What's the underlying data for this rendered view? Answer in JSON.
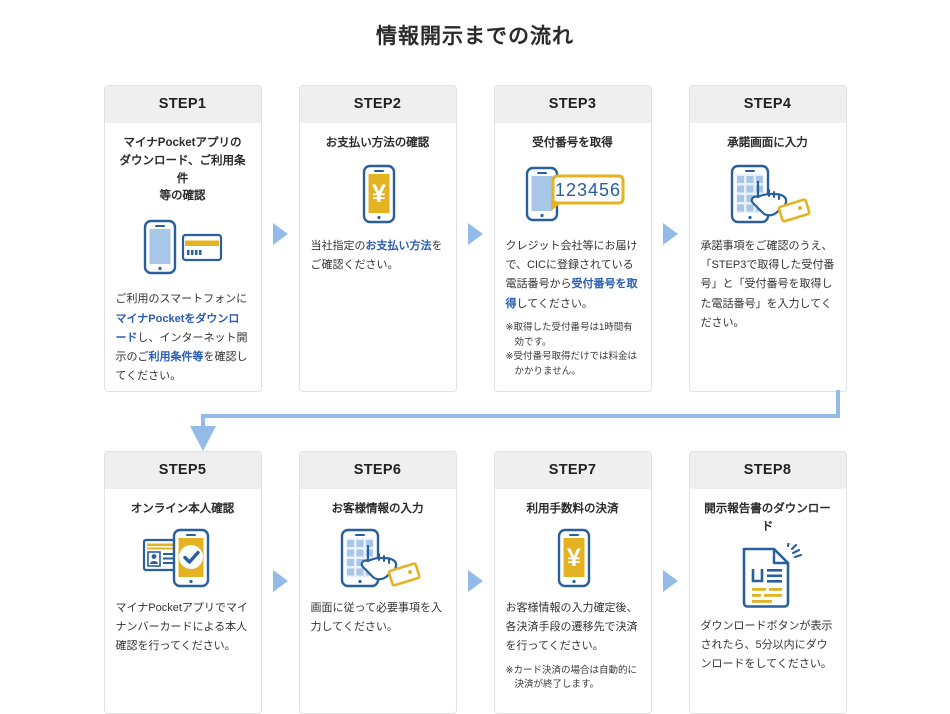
{
  "page": {
    "title": "情報開示までの流れ"
  },
  "colors": {
    "accent_blue": "#2a5db0",
    "icon_blue": "#2a5f9e",
    "icon_light_blue": "#a8c6e8",
    "icon_yellow": "#e3b321",
    "arrow_blue": "#94bbe8",
    "header_gray": "#efefef",
    "card_border": "#e2e2e2"
  },
  "flow": {
    "connector_label": "row-connector-arrow",
    "step_arrow_icon": "triangle-right-icon"
  },
  "steps": [
    {
      "id": "step1",
      "header": "STEP1",
      "subtitle": "マイナPocketアプリの\nダウンロード、ご利用条件\n等の確認",
      "icon": "smartphone-and-card-icon",
      "text_runs": [
        {
          "t": "ご利用のスマートフォンに",
          "hl": false
        },
        {
          "t": "マイナPocketをダウンロード",
          "hl": true
        },
        {
          "t": "し、インターネット開示のご",
          "hl": false
        },
        {
          "t": "利用条件等",
          "hl": true
        },
        {
          "t": "を確認してください。",
          "hl": false
        }
      ],
      "notes": []
    },
    {
      "id": "step2",
      "header": "STEP2",
      "subtitle": "お支払い方法の確認",
      "icon": "smartphone-yen-icon",
      "text_runs": [
        {
          "t": "当社指定の",
          "hl": false
        },
        {
          "t": "お支払い方法",
          "hl": true
        },
        {
          "t": "をご確認ください。",
          "hl": false
        }
      ],
      "notes": []
    },
    {
      "id": "step3",
      "header": "STEP3",
      "subtitle": "受付番号を取得",
      "icon": "smartphone-number-bubble-icon",
      "icon_value": "123456",
      "text_runs": [
        {
          "t": "クレジット会社等にお届けで、CICに登録されている電話番号から",
          "hl": false
        },
        {
          "t": "受付番号を取得",
          "hl": true
        },
        {
          "t": "してください。",
          "hl": false
        }
      ],
      "notes": [
        "※取得した受付番号は1時間有効です。",
        "※受付番号取得だけでは料金はかかりません。"
      ]
    },
    {
      "id": "step4",
      "header": "STEP4",
      "subtitle": "承諾画面に入力",
      "icon": "smartphone-tap-card-icon",
      "text_runs": [
        {
          "t": "承諾事項をご確認のうえ、「STEP3で取得した受付番号」と「受付番号を取得した電話番号」を入力してください。",
          "hl": false
        }
      ],
      "notes": []
    },
    {
      "id": "step5",
      "header": "STEP5",
      "subtitle": "オンライン本人確認",
      "icon": "id-card-smartphone-check-icon",
      "text_runs": [
        {
          "t": "マイナPocketアプリでマイナンバーカードによる本人確認を行ってください。",
          "hl": false
        }
      ],
      "notes": []
    },
    {
      "id": "step6",
      "header": "STEP6",
      "subtitle": "お客様情報の入力",
      "icon": "smartphone-tap-card-icon",
      "text_runs": [
        {
          "t": "画面に従って必要事項を入力してください。",
          "hl": false
        }
      ],
      "notes": []
    },
    {
      "id": "step7",
      "header": "STEP7",
      "subtitle": "利用手数料の決済",
      "icon": "smartphone-yen-icon",
      "text_runs": [
        {
          "t": "お客様情報の入力確定後、各決済手段の遷移先で決済を行ってください。",
          "hl": false
        }
      ],
      "notes": [
        "※カード決済の場合は自動的に決済が終了します。"
      ]
    },
    {
      "id": "step8",
      "header": "STEP8",
      "subtitle": "開示報告書のダウンロード",
      "icon": "document-download-icon",
      "text_runs": [
        {
          "t": "ダウンロードボタンが表示されたら、5分以内にダウンロードをしてください。",
          "hl": false
        }
      ],
      "notes": []
    }
  ]
}
